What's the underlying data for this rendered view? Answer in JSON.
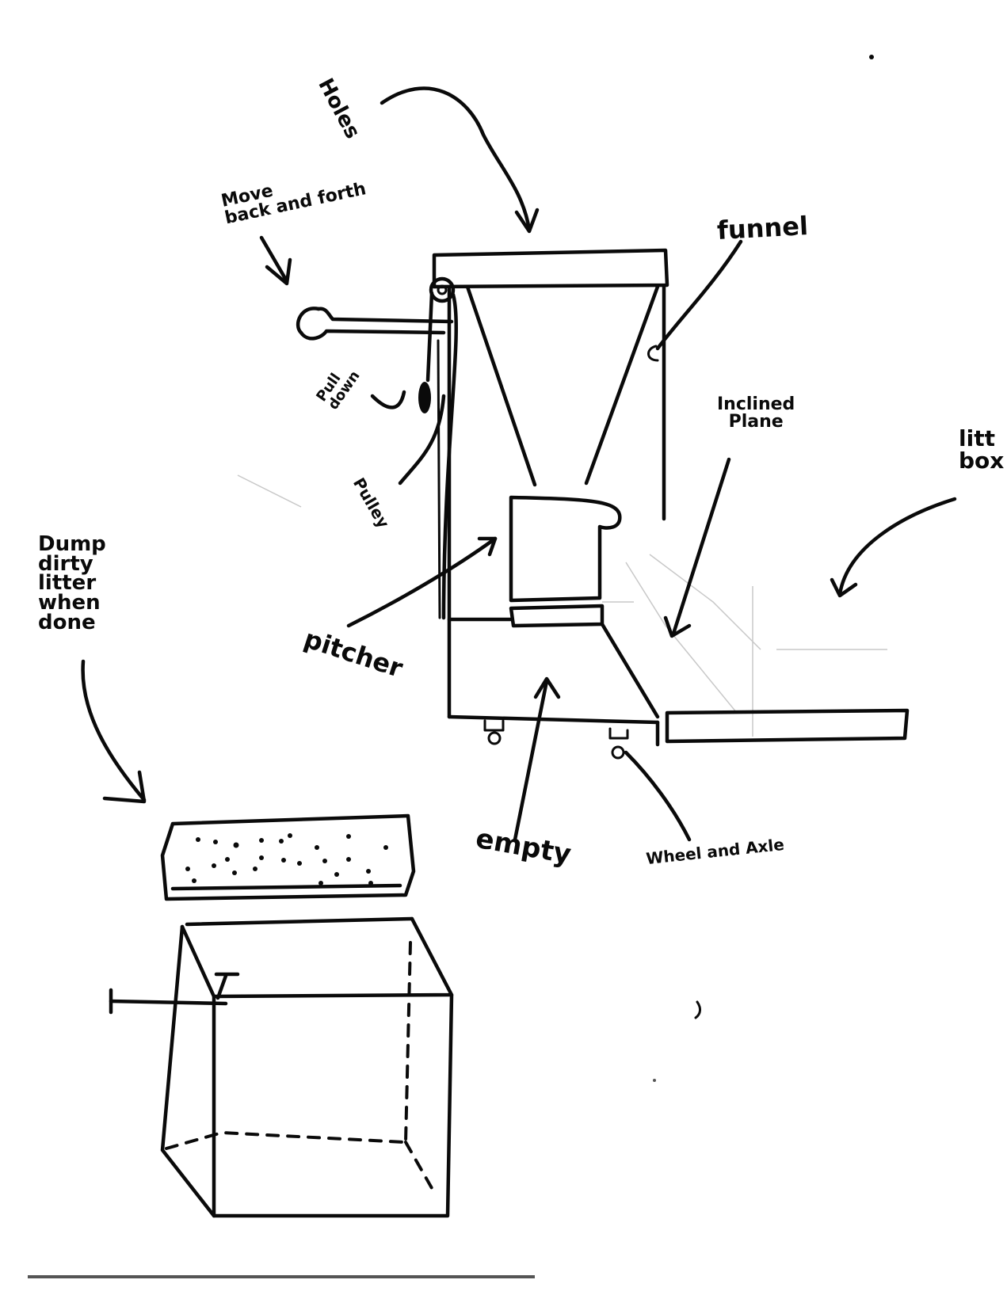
{
  "diagram": {
    "type": "hand-drawn invention sketch",
    "subject": "litter box cleaning machine",
    "ink_color": "#0a0a0a",
    "paper_color": "#ffffff"
  },
  "labels": {
    "holes": "Holes",
    "move_back_and_forth": "Move\nback and forth",
    "pull_down": "Pull\ndown",
    "pulley": "Pulley",
    "funnel": "funnel",
    "inclined_plane": "Inclined\nPlane",
    "litter_box": "litt\nbox",
    "dump_dirty_litter": "Dump\ndirty\nlitter\nwhen\ndone",
    "pitcher": "pitcher",
    "empty": "empty",
    "wheel_and_axle": "Wheel and Axle"
  },
  "components": [
    {
      "id": "sifter-top",
      "label": "Holes"
    },
    {
      "id": "handle-lever",
      "label": "Move back and forth"
    },
    {
      "id": "pull-cord",
      "label": "Pull down"
    },
    {
      "id": "pulley",
      "label": "Pulley"
    },
    {
      "id": "funnel",
      "label": "funnel"
    },
    {
      "id": "pitcher",
      "label": "pitcher"
    },
    {
      "id": "inclined-plane",
      "label": "Inclined Plane"
    },
    {
      "id": "empty-compartment",
      "label": "empty"
    },
    {
      "id": "wheels",
      "label": "Wheel and Axle"
    },
    {
      "id": "litter-tray",
      "label": "litter box"
    },
    {
      "id": "dirty-litter-tray",
      "label": "Dump dirty litter when done"
    },
    {
      "id": "trash-bin",
      "label": ""
    }
  ]
}
